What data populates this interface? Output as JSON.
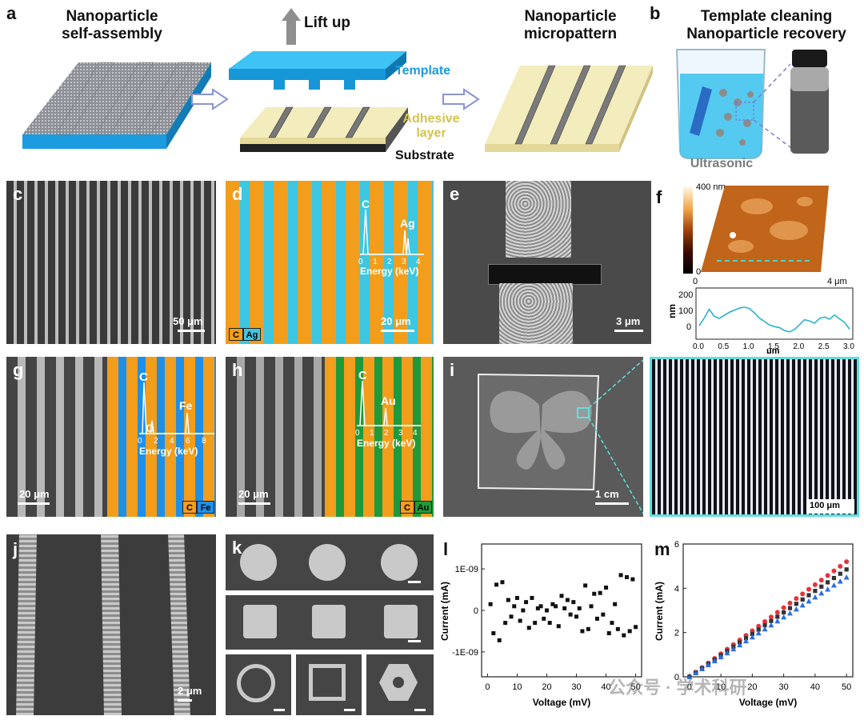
{
  "panel_a": {
    "label": "a",
    "title_left": "Nanoparticle\nself-assembly",
    "lift_label": "Lift up",
    "template_label": "Template",
    "adhesive_label": "Adhesive\nlayer",
    "substrate_label": "Substrate",
    "title_right": "Nanoparticle\nmicropattern"
  },
  "panel_b": {
    "label": "b",
    "title": "Template cleaning\nNanoparticle recovery",
    "bath_label": "Ultrasonic"
  },
  "panel_c": {
    "label": "c",
    "scale": "50 μm"
  },
  "panel_d": {
    "label": "d",
    "scale": "20 μm",
    "peaks": [
      "C",
      "Ag"
    ],
    "ticks": [
      "0",
      "1",
      "2",
      "3",
      "4"
    ],
    "axis": "Energy (keV)",
    "legend": [
      "C",
      "Ag"
    ]
  },
  "panel_e": {
    "label": "e",
    "scale": "3 μm"
  },
  "panel_f": {
    "label": "f",
    "colorbar_top": "400 nm",
    "colorbar_bottom": "0",
    "map_x_left": "0",
    "map_x_right": "4 μm",
    "ylabel": "nm",
    "yticks": [
      "200",
      "100",
      "0"
    ],
    "xticks": [
      "0.0",
      "0.5",
      "1.0",
      "1.5",
      "2.0",
      "2.5",
      "3.0"
    ],
    "xlabel": "μm",
    "profile": [
      [
        0,
        50
      ],
      [
        0.1,
        95
      ],
      [
        0.2,
        145
      ],
      [
        0.3,
        105
      ],
      [
        0.4,
        92
      ],
      [
        0.5,
        110
      ],
      [
        0.6,
        128
      ],
      [
        0.7,
        140
      ],
      [
        0.8,
        152
      ],
      [
        0.9,
        158
      ],
      [
        1.0,
        150
      ],
      [
        1.1,
        125
      ],
      [
        1.2,
        95
      ],
      [
        1.3,
        75
      ],
      [
        1.4,
        55
      ],
      [
        1.5,
        45
      ],
      [
        1.6,
        40
      ],
      [
        1.7,
        22
      ],
      [
        1.8,
        15
      ],
      [
        1.9,
        28
      ],
      [
        2.0,
        55
      ],
      [
        2.1,
        85
      ],
      [
        2.2,
        78
      ],
      [
        2.3,
        65
      ],
      [
        2.4,
        92
      ],
      [
        2.5,
        100
      ],
      [
        2.6,
        88
      ],
      [
        2.7,
        112
      ],
      [
        2.8,
        90
      ],
      [
        2.9,
        70
      ],
      [
        3.0,
        30
      ]
    ]
  },
  "panel_g": {
    "label": "g",
    "scale": "20 μm",
    "peaks": [
      "C",
      "O",
      "Fe"
    ],
    "ticks": [
      "0",
      "2",
      "4",
      "6",
      "8"
    ],
    "axis": "Energy (keV)",
    "legend": [
      "C",
      "Fe"
    ]
  },
  "panel_h": {
    "label": "h",
    "scale": "20 μm",
    "peaks": [
      "C",
      "Au"
    ],
    "ticks": [
      "0",
      "1",
      "2",
      "3",
      "4"
    ],
    "axis": "Energy (keV)",
    "legend": [
      "C",
      "Au"
    ]
  },
  "panel_i": {
    "label": "i",
    "scale": "1 cm",
    "inset_scale": "100 μm"
  },
  "panel_j": {
    "label": "j",
    "scale": "2 μm"
  },
  "panel_k": {
    "label": "k"
  },
  "watermark": "公众号 · 学术科研",
  "chart_data": [
    {
      "panel": "l",
      "type": "scatter",
      "xlabel": "Voltage (mV)",
      "ylabel": "Current (mA)",
      "xlim": [
        -2,
        52
      ],
      "ylim": [
        -1.6e-09,
        1.6e-09
      ],
      "xticks": [
        0,
        10,
        20,
        30,
        40,
        50
      ],
      "ytick_labels": [
        "1E-09",
        "0",
        "-1E-09"
      ],
      "ytick_values": [
        1e-09,
        0,
        -1e-09
      ],
      "x": [
        1,
        2,
        3,
        4,
        5,
        6,
        7,
        8,
        9,
        10,
        11,
        12,
        13,
        14,
        15,
        16,
        17,
        18,
        19,
        20,
        21,
        22,
        23,
        24,
        25,
        26,
        27,
        28,
        29,
        30,
        31,
        32,
        33,
        34,
        35,
        36,
        37,
        38,
        39,
        40,
        41,
        42,
        43,
        44,
        45,
        46,
        47,
        48,
        49,
        50
      ],
      "y": [
        1.5e-10,
        -5.5e-10,
        6.2e-10,
        -7.2e-10,
        6.8e-10,
        -3e-10,
        2.5e-10,
        -1.5e-10,
        1e-10,
        3e-10,
        -2.5e-10,
        0.0,
        2e-10,
        -4.2e-10,
        3e-10,
        -3e-10,
        5e-11,
        1e-10,
        -2e-10,
        0.0,
        -3e-10,
        1.5e-10,
        1e-10,
        -3.8e-10,
        3.5e-10,
        5e-11,
        2.5e-10,
        -1e-10,
        2e-10,
        -1.5e-10,
        5e-11,
        -5e-10,
        6e-10,
        -4.5e-10,
        1e-10,
        4e-10,
        -2e-10,
        4.2e-10,
        -1e-10,
        5.5e-10,
        -5.5e-10,
        -3e-10,
        1.5e-10,
        -4.5e-10,
        8.5e-10,
        -6e-10,
        8e-10,
        -5e-10,
        7.5e-10,
        -4e-10
      ]
    },
    {
      "panel": "m",
      "type": "scatter",
      "xlabel": "Voltage (mV)",
      "ylabel": "Current (mA)",
      "xlim": [
        -2,
        52
      ],
      "ylim": [
        0,
        6
      ],
      "xticks": [
        0,
        10,
        20,
        30,
        40,
        50
      ],
      "yticks": [
        0,
        2,
        4,
        6
      ],
      "series": [
        {
          "color": "#e8323c",
          "marker": "circle",
          "slope": 0.104
        },
        {
          "color": "#333333",
          "marker": "square",
          "slope": 0.097
        },
        {
          "color": "#2a6ee0",
          "marker": "triangle",
          "slope": 0.09
        }
      ],
      "x": [
        0,
        2,
        4,
        6,
        8,
        10,
        12,
        14,
        16,
        18,
        20,
        22,
        24,
        26,
        28,
        30,
        32,
        34,
        36,
        38,
        40,
        42,
        44,
        46,
        48,
        50
      ]
    }
  ]
}
